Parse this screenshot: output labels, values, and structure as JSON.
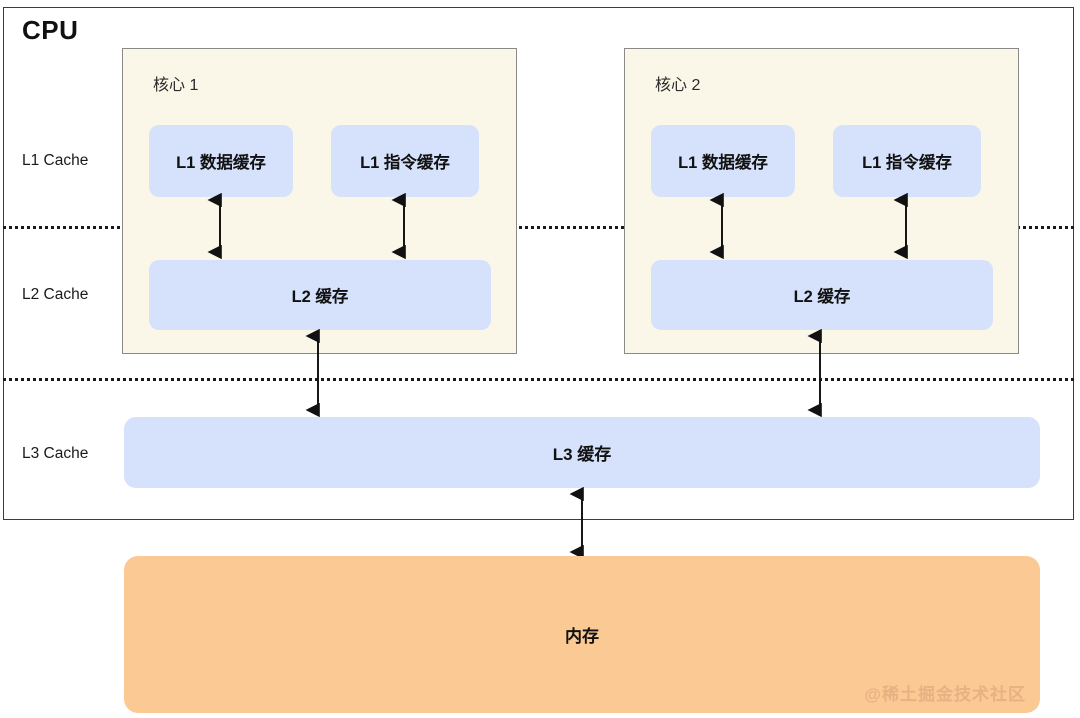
{
  "diagram": {
    "title": "CPU",
    "row_labels": [
      {
        "id": "l1",
        "text": "L1 Cache"
      },
      {
        "id": "l2",
        "text": "L2 Cache"
      },
      {
        "id": "l3",
        "text": "L3 Cache"
      }
    ],
    "cores": [
      {
        "title": "核心 1",
        "l1_data": "L1 数据缓存",
        "l1_instruction": "L1 指令缓存",
        "l2": "L2 缓存"
      },
      {
        "title": "核心 2",
        "l1_data": "L1 数据缓存",
        "l1_instruction": "L1 指令缓存",
        "l2": "L2 缓存"
      }
    ],
    "l3_cache": "L3 缓存",
    "memory": "内存",
    "watermark": "@稀土掘金技术社区",
    "colors": {
      "cache_blue": "#d6e2fb",
      "core_cream": "#faf7e9",
      "memory_orange": "#fbc994",
      "frame_gray": "#3c3c3c",
      "core_border": "#8a8a8a",
      "text_dark": "#111111",
      "watermark": "#e6b183"
    },
    "connections": [
      {
        "from": "L1 数据缓存 (核心 1)",
        "to": "L2 缓存 (核心 1)",
        "style": "double-arrow"
      },
      {
        "from": "L1 指令缓存 (核心 1)",
        "to": "L2 缓存 (核心 1)",
        "style": "double-arrow"
      },
      {
        "from": "L1 数据缓存 (核心 2)",
        "to": "L2 缓存 (核心 2)",
        "style": "double-arrow"
      },
      {
        "from": "L1 指令缓存 (核心 2)",
        "to": "L2 缓存 (核心 2)",
        "style": "double-arrow"
      },
      {
        "from": "L2 缓存 (核心 1)",
        "to": "L3 缓存",
        "style": "double-arrow"
      },
      {
        "from": "L2 缓存 (核心 2)",
        "to": "L3 缓存",
        "style": "double-arrow"
      },
      {
        "from": "L3 缓存",
        "to": "内存",
        "style": "double-arrow"
      }
    ]
  }
}
